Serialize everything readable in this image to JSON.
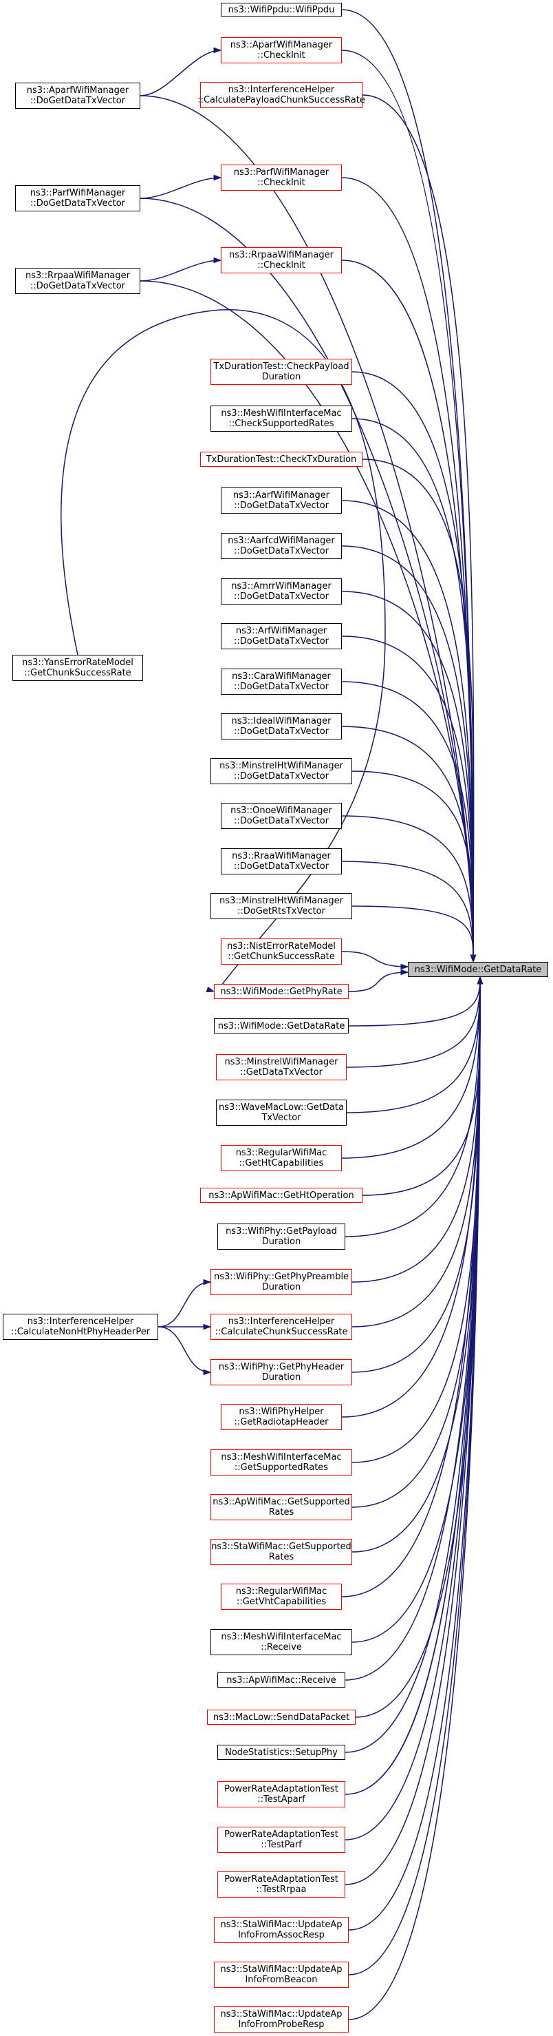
{
  "target": {
    "id": "getdatarate",
    "lines": [
      "ns3::WifiMode::GetDataRate"
    ],
    "color": "gray"
  },
  "callers": [
    {
      "id": "wifippdu",
      "lines": [
        "ns3::WifiPpdu::WifiPpdu"
      ],
      "color": "black"
    },
    {
      "id": "aparf-checkinit",
      "lines": [
        "ns3::AparfWifiManager",
        "::CheckInit"
      ],
      "color": "red"
    },
    {
      "id": "ih-payload",
      "lines": [
        "ns3::InterferenceHelper",
        "::CalculatePayloadChunkSuccessRate"
      ],
      "color": "red"
    },
    {
      "id": "parf-checkinit",
      "lines": [
        "ns3::ParfWifiManager",
        "::CheckInit"
      ],
      "color": "red"
    },
    {
      "id": "rrpaa-checkinit",
      "lines": [
        "ns3::RrpaaWifiManager",
        "::CheckInit"
      ],
      "color": "red"
    },
    {
      "id": "txdur-checkpayload",
      "lines": [
        "TxDurationTest::CheckPayload",
        "Duration"
      ],
      "color": "red"
    },
    {
      "id": "mesh-checksupported",
      "lines": [
        "ns3::MeshWifiInterfaceMac",
        "::CheckSupportedRates"
      ],
      "color": "black"
    },
    {
      "id": "txdur-checktx",
      "lines": [
        "TxDurationTest::CheckTxDuration"
      ],
      "color": "red"
    },
    {
      "id": "aarf-dogetdata",
      "lines": [
        "ns3::AarfWifiManager",
        "::DoGetDataTxVector"
      ],
      "color": "black"
    },
    {
      "id": "aarfcd-dogetdata",
      "lines": [
        "ns3::AarfcdWifiManager",
        "::DoGetDataTxVector"
      ],
      "color": "black"
    },
    {
      "id": "amrr-dogetdata",
      "lines": [
        "ns3::AmrrWifiManager",
        "::DoGetDataTxVector"
      ],
      "color": "black"
    },
    {
      "id": "arf-dogetdata",
      "lines": [
        "ns3::ArfWifiManager",
        "::DoGetDataTxVector"
      ],
      "color": "black"
    },
    {
      "id": "cara-dogetdata",
      "lines": [
        "ns3::CaraWifiManager",
        "::DoGetDataTxVector"
      ],
      "color": "black"
    },
    {
      "id": "ideal-dogetdata",
      "lines": [
        "ns3::IdealWifiManager",
        "::DoGetDataTxVector"
      ],
      "color": "black"
    },
    {
      "id": "minstrelht-dogetdata",
      "lines": [
        "ns3::MinstrelHtWifiManager",
        "::DoGetDataTxVector"
      ],
      "color": "black"
    },
    {
      "id": "onoe-dogetdata",
      "lines": [
        "ns3::OnoeWifiManager",
        "::DoGetDataTxVector"
      ],
      "color": "black"
    },
    {
      "id": "rraa-dogetdata",
      "lines": [
        "ns3::RraaWifiManager",
        "::DoGetDataTxVector"
      ],
      "color": "black"
    },
    {
      "id": "minstrelht-dogetrts",
      "lines": [
        "ns3::MinstrelHtWifiManager",
        "::DoGetRtsTxVector"
      ],
      "color": "black"
    },
    {
      "id": "nist-chunk",
      "lines": [
        "ns3::NistErrorRateModel",
        "::GetChunkSuccessRate"
      ],
      "color": "red"
    },
    {
      "id": "getphyrate",
      "lines": [
        "ns3::WifiMode::GetPhyRate"
      ],
      "color": "red"
    },
    {
      "id": "getdatarate2",
      "lines": [
        "ns3::WifiMode::GetDataRate"
      ],
      "color": "black"
    },
    {
      "id": "minstrel-getdata",
      "lines": [
        "ns3::MinstrelWifiManager",
        "::GetDataTxVector"
      ],
      "color": "red"
    },
    {
      "id": "wavemaclow",
      "lines": [
        "ns3::WaveMacLow::GetData",
        "TxVector"
      ],
      "color": "black"
    },
    {
      "id": "regular-getht",
      "lines": [
        "ns3::RegularWifiMac",
        "::GetHtCapabilities"
      ],
      "color": "red"
    },
    {
      "id": "apwifi-ghtop",
      "lines": [
        "ns3::ApWifiMac::GetHtOperation"
      ],
      "color": "red"
    },
    {
      "id": "wifiphy-payload",
      "lines": [
        "ns3::WifiPhy::GetPayload",
        "Duration"
      ],
      "color": "black"
    },
    {
      "id": "wifiphy-preamble",
      "lines": [
        "ns3::WifiPhy::GetPhyPreamble",
        "Duration"
      ],
      "color": "red"
    },
    {
      "id": "ih-chunk",
      "lines": [
        "ns3::InterferenceHelper",
        "::CalculateChunkSuccessRate"
      ],
      "color": "red"
    },
    {
      "id": "wifiphy-header",
      "lines": [
        "ns3::WifiPhy::GetPhyHeader",
        "Duration"
      ],
      "color": "red"
    },
    {
      "id": "phyhelper-radiotap",
      "lines": [
        "ns3::WifiPhyHelper",
        "::GetRadiotapHeader"
      ],
      "color": "red"
    },
    {
      "id": "mesh-getsupported",
      "lines": [
        "ns3::MeshWifiInterfaceMac",
        "::GetSupportedRates"
      ],
      "color": "red"
    },
    {
      "id": "ap-getsupported",
      "lines": [
        "ns3::ApWifiMac::GetSupported",
        "Rates"
      ],
      "color": "red"
    },
    {
      "id": "sta-getsupported",
      "lines": [
        "ns3::StaWifiMac::GetSupported",
        "Rates"
      ],
      "color": "red"
    },
    {
      "id": "regular-getvht",
      "lines": [
        "ns3::RegularWifiMac",
        "::GetVhtCapabilities"
      ],
      "color": "red"
    },
    {
      "id": "mesh-receive",
      "lines": [
        "ns3::MeshWifiInterfaceMac",
        "::Receive"
      ],
      "color": "black"
    },
    {
      "id": "ap-receive",
      "lines": [
        "ns3::ApWifiMac::Receive"
      ],
      "color": "black"
    },
    {
      "id": "maclow-send",
      "lines": [
        "ns3::MacLow::SendDataPacket"
      ],
      "color": "red"
    },
    {
      "id": "nodestats-setup",
      "lines": [
        "NodeStatistics::SetupPhy"
      ],
      "color": "black"
    },
    {
      "id": "test-aparf",
      "lines": [
        "PowerRateAdaptationTest",
        "::TestAparf"
      ],
      "color": "red"
    },
    {
      "id": "test-parf",
      "lines": [
        "PowerRateAdaptationTest",
        "::TestParf"
      ],
      "color": "red"
    },
    {
      "id": "test-rrpaa",
      "lines": [
        "PowerRateAdaptationTest",
        "::TestRrpaa"
      ],
      "color": "red"
    },
    {
      "id": "sta-assoc",
      "lines": [
        "ns3::StaWifiMac::UpdateAp",
        "InfoFromAssocResp"
      ],
      "color": "red"
    },
    {
      "id": "sta-beacon",
      "lines": [
        "ns3::StaWifiMac::UpdateAp",
        "InfoFromBeacon"
      ],
      "color": "red"
    },
    {
      "id": "sta-probe",
      "lines": [
        "ns3::StaWifiMac::UpdateAp",
        "InfoFromProbeResp"
      ],
      "color": "red"
    }
  ],
  "left_callers": [
    {
      "id": "aparf-dogetdata",
      "lines": [
        "ns3::AparfWifiManager",
        "::DoGetDataTxVector"
      ],
      "color": "black"
    },
    {
      "id": "parf-dogetdata",
      "lines": [
        "ns3::ParfWifiManager",
        "::DoGetDataTxVector"
      ],
      "color": "black"
    },
    {
      "id": "rrpaa-dogetdata",
      "lines": [
        "ns3::RrpaaWifiManager",
        "::DoGetDataTxVector"
      ],
      "color": "black"
    },
    {
      "id": "yans-chunk",
      "lines": [
        "ns3::YansErrorRateModel",
        "::GetChunkSuccessRate"
      ],
      "color": "black"
    },
    {
      "id": "ih-nonht",
      "lines": [
        "ns3::InterferenceHelper",
        "::CalculateNonHtPhyHeaderPer"
      ],
      "color": "black"
    }
  ],
  "edges": [
    [
      "aparf-dogetdata",
      "aparf-checkinit"
    ],
    [
      "aparf-dogetdata",
      "getdatarate"
    ],
    [
      "parf-dogetdata",
      "parf-checkinit"
    ],
    [
      "parf-dogetdata",
      "getdatarate"
    ],
    [
      "rrpaa-dogetdata",
      "rrpaa-checkinit"
    ],
    [
      "rrpaa-dogetdata",
      "getdatarate"
    ],
    [
      "yans-chunk",
      "getphyrate"
    ],
    [
      "ih-nonht",
      "wifiphy-preamble"
    ],
    [
      "ih-nonht",
      "ih-chunk"
    ],
    [
      "ih-nonht",
      "wifiphy-header"
    ]
  ],
  "colors": {
    "edge": "#191970",
    "red_border": "#ff0000",
    "target_fill": "#bfbfbf"
  }
}
